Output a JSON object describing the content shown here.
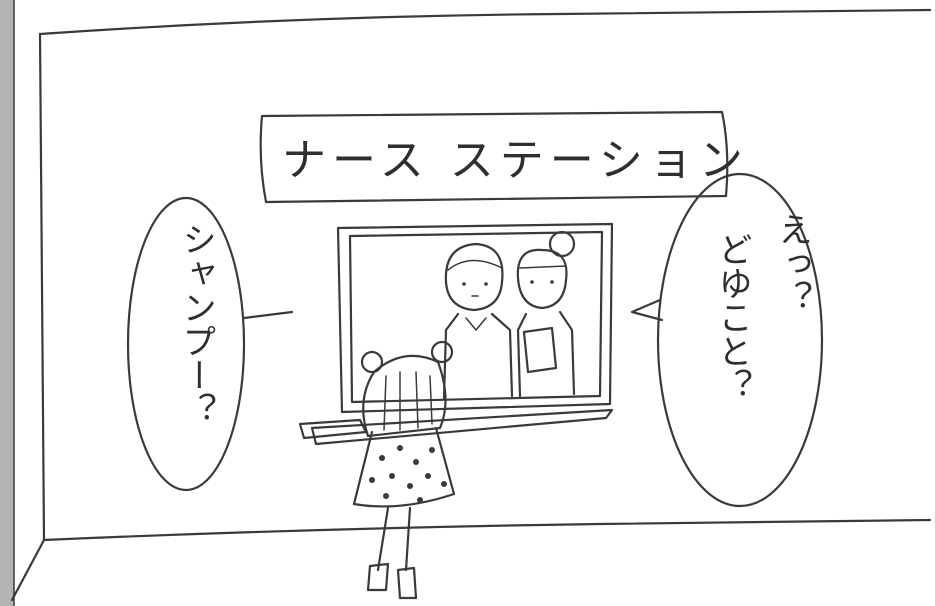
{
  "sign": {
    "text": "ナース ステーション"
  },
  "bubble_left": {
    "text": "シャンプー？"
  },
  "bubble_right": {
    "line1": "えっ？",
    "line2": "どゆこと？"
  },
  "colors": {
    "ink": "#3a3a3a",
    "paper": "#ffffff",
    "shadow": "#b5b5b5"
  }
}
